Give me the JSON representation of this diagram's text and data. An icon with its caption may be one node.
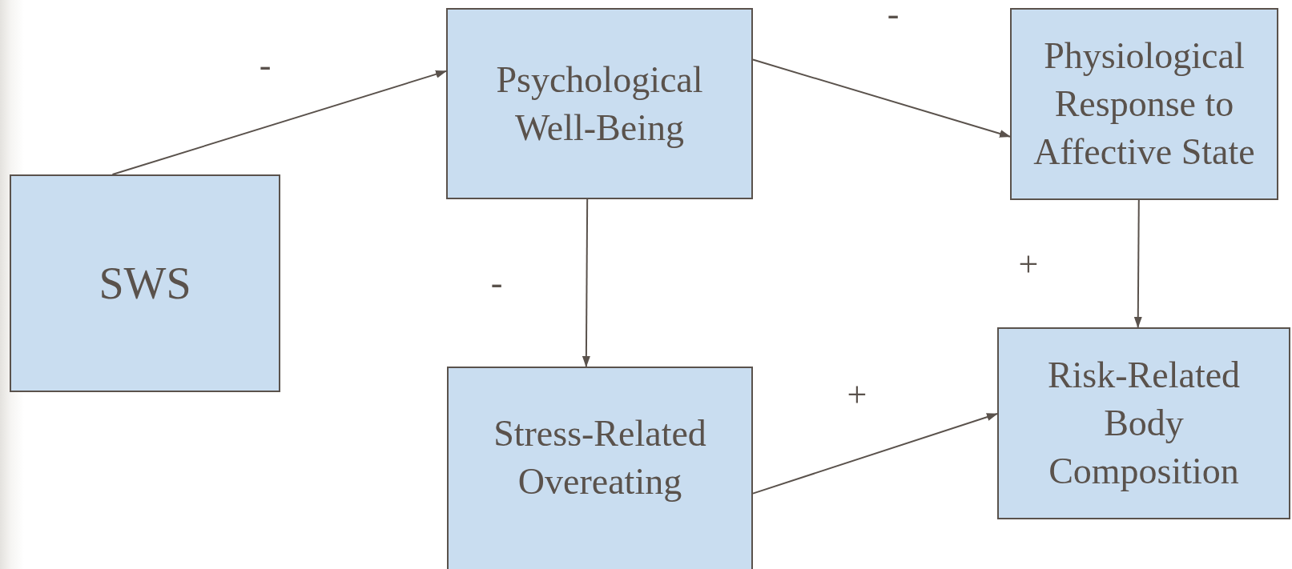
{
  "diagram": {
    "nodes": [
      {
        "text": [
          "SWS"
        ]
      },
      {
        "text": [
          "Psychological Well-Being"
        ]
      },
      {
        "text": [
          "Physiological Response to Affective State"
        ]
      },
      {
        "text": [
          "Stress-Related Overeating"
        ]
      },
      {
        "text": [
          "Risk-Related Body Composition"
        ]
      }
    ],
    "edges": [
      {
        "from": 0,
        "to": 1,
        "arrow": "to",
        "label": "-"
      },
      {
        "from": 1,
        "to": 2,
        "arrow": "to",
        "label": "-"
      },
      {
        "from": 1,
        "to": 3,
        "arrow": "to",
        "label": "-"
      },
      {
        "from": 2,
        "to": 4,
        "arrow": "to",
        "label": "+"
      },
      {
        "from": 3,
        "to": 4,
        "arrow": "to",
        "label": "+"
      }
    ]
  }
}
